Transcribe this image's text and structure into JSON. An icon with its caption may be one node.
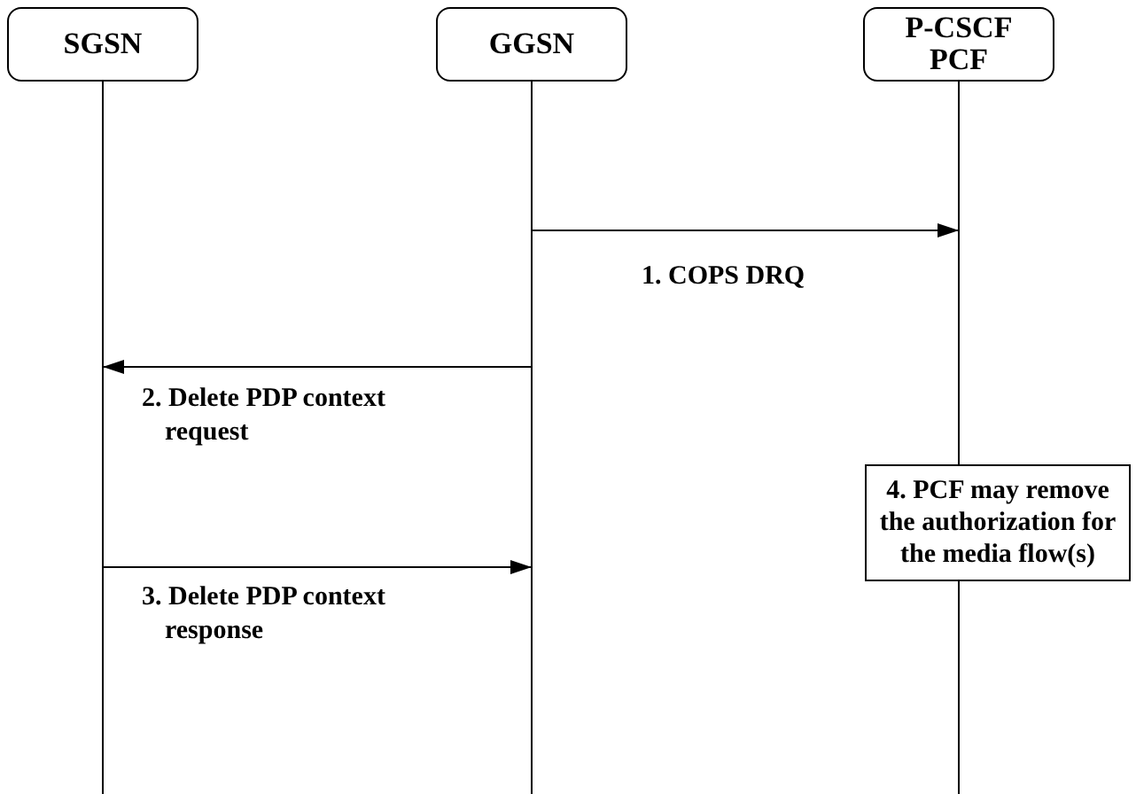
{
  "diagram": {
    "nodes": [
      {
        "text": [
          "SGSN"
        ]
      },
      {
        "text": [
          "GGSN"
        ]
      },
      {
        "text": [
          "P-CSCF PCF"
        ]
      },
      {
        "text": [
          "4. PCF may remove the authorization for the media flow(s)"
        ]
      }
    ],
    "edges": [
      {
        "from": 1,
        "to": 2,
        "arrow": "to",
        "label": "1. COPS DRQ"
      },
      {
        "from": 1,
        "to": 0,
        "arrow": "to",
        "label": "2. Delete PDP context request"
      },
      {
        "from": 0,
        "to": 1,
        "arrow": "to",
        "label": "3. Delete PDP context response"
      }
    ]
  }
}
